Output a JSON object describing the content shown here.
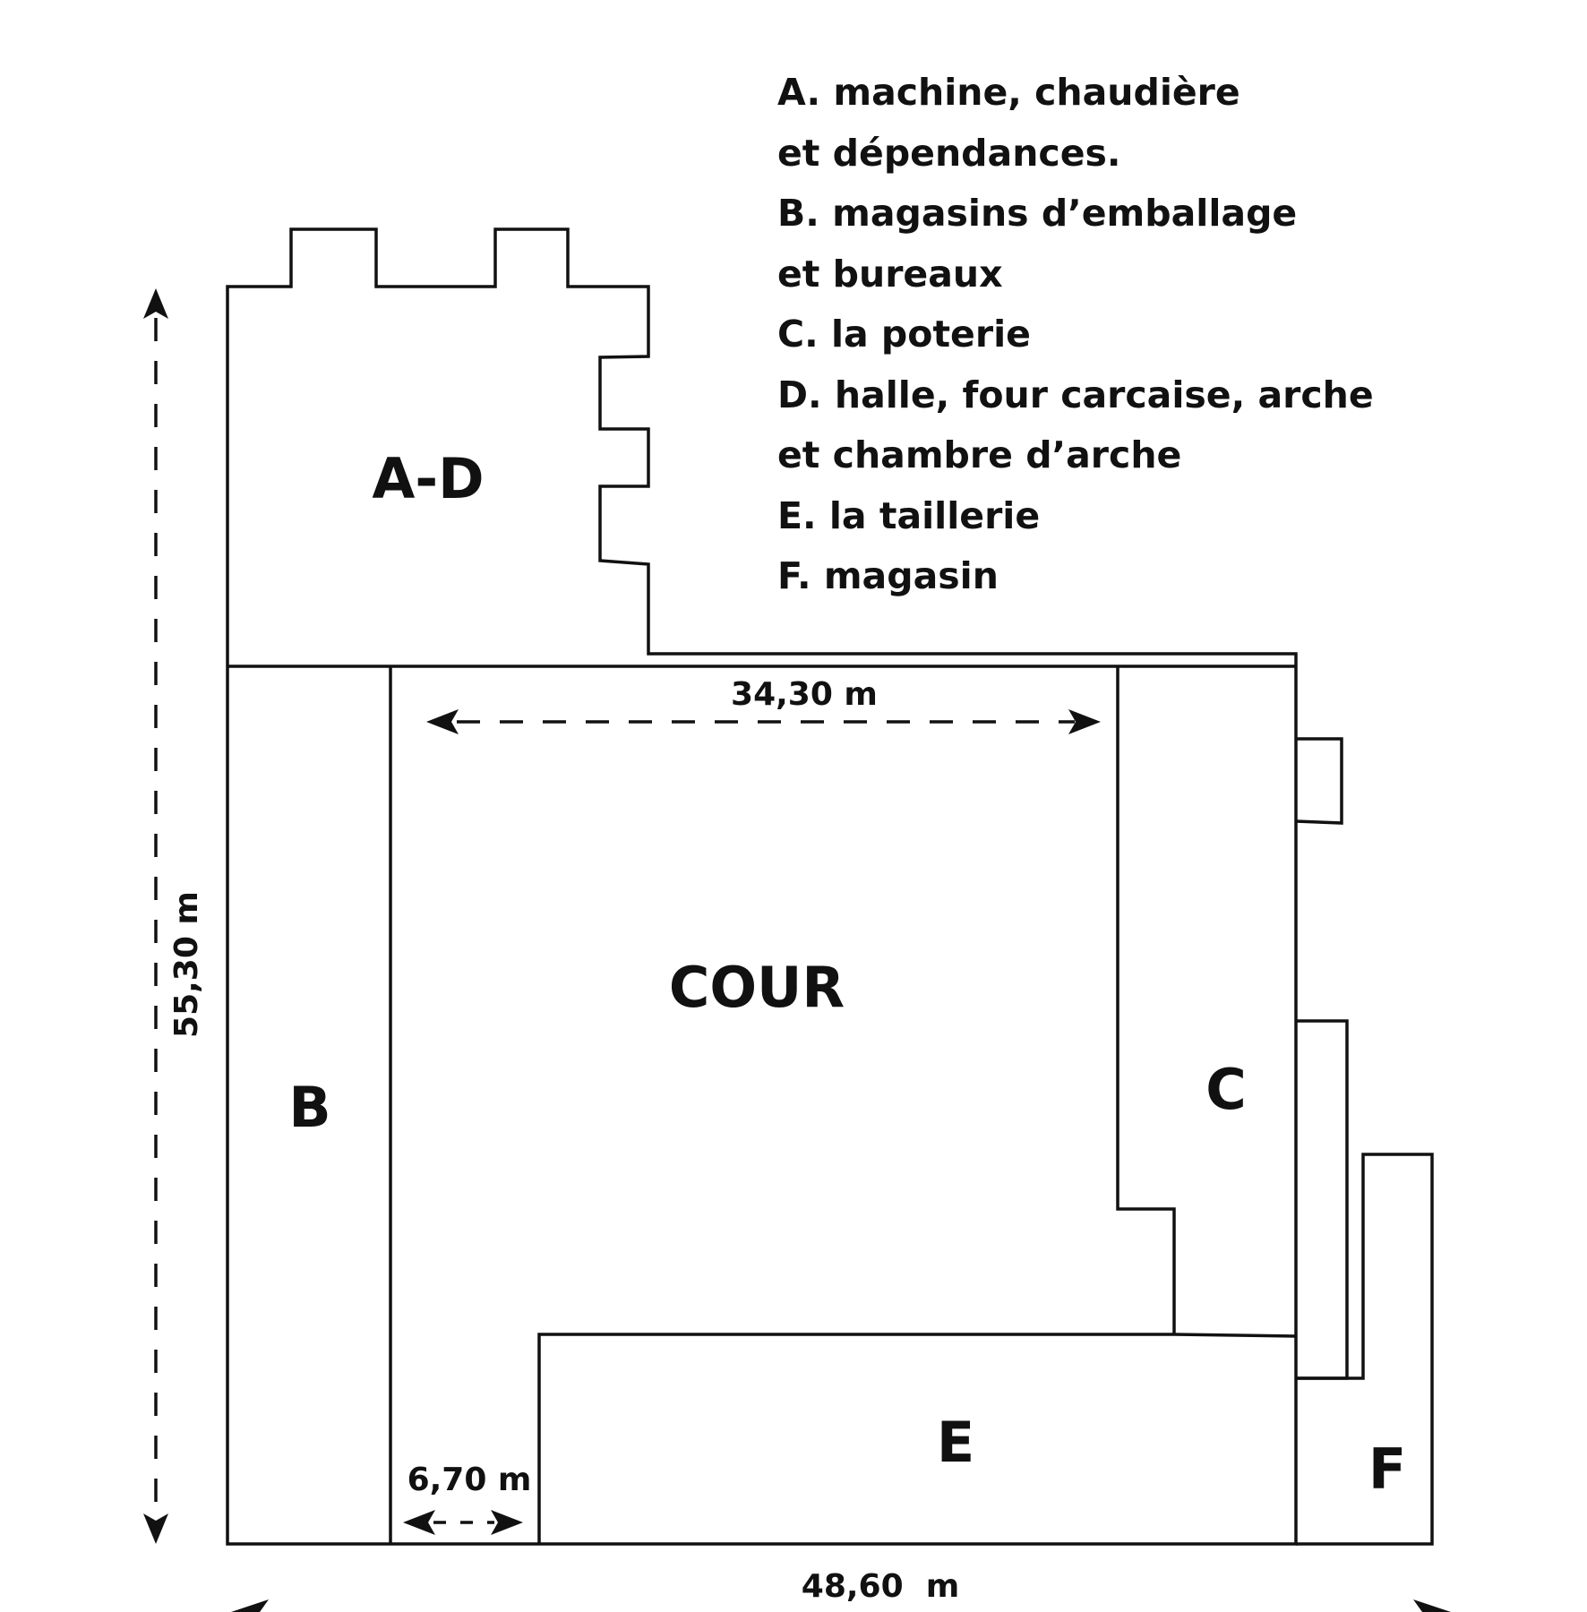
{
  "legend": {
    "lines": [
      "A. machine, chaudière",
      "et dépendances.",
      "B. magasins d’emballage",
      "et bureaux",
      "C. la poterie",
      "D. halle, four carcaise, arche",
      "et chambre d’arche",
      "E. la taillerie",
      "F. magasin"
    ]
  },
  "rooms": {
    "ad": "A-D",
    "b": "B",
    "cour": "COUR",
    "c": "C",
    "e": "E",
    "f": "F"
  },
  "dimensions": {
    "height": "55,30 m",
    "courtyard_width": "34,30 m",
    "passage_width": "6,70 m",
    "total_width": "48,60  m"
  }
}
